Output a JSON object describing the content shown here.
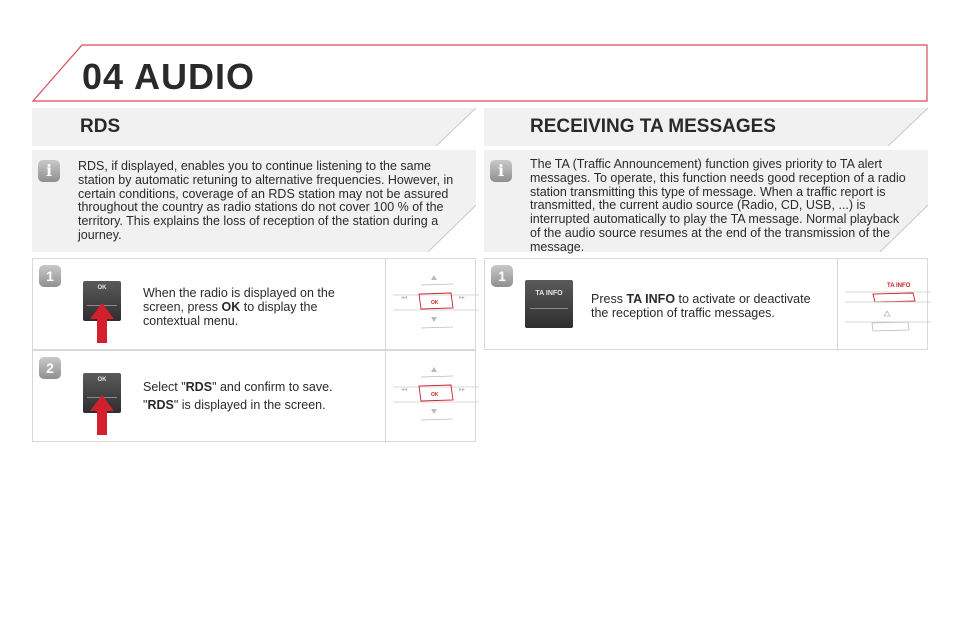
{
  "header": {
    "number": "04",
    "title": "AUDIO"
  },
  "rds": {
    "title": "RDS",
    "info": "RDS, if displayed, enables you to continue listening to the same station by automatic retuning to alternative frequencies. However, in certain conditions, coverage of an RDS station may not be assured throughout the country as radio stations do not cover 100 % of the territory. This explains the loss of reception of the station during a journey.",
    "step1": {
      "number": "1",
      "key_label": "OK",
      "text_a": "When the radio is displayed on the screen, press ",
      "text_b": "OK",
      "text_c": " to display the contextual menu."
    },
    "step2": {
      "number": "2",
      "key_label": "OK",
      "line1_a": "Select \"",
      "line1_b": "RDS",
      "line1_c": "\" and confirm to save.",
      "line2_a": "\"",
      "line2_b": "RDS",
      "line2_c": "\" is displayed in the screen."
    },
    "diagram_label": "OK"
  },
  "ta": {
    "title": "RECEIVING TA MESSAGES",
    "info": "The TA (Traffic Announcement) function gives priority to TA alert messages. To operate, this function needs good reception of a radio station transmitting this type of message. When a traffic report is transmitted, the current audio source (Radio, CD, USB, ...) is interrupted automatically to play the TA message. Normal playback of the audio source resumes at the end of the transmission of the message.",
    "step1": {
      "number": "1",
      "key_label": "TA INFO",
      "text_a": "Press ",
      "text_b": "TA INFO",
      "text_c": " to activate or deactivate the reception of traffic messages."
    },
    "diagram_label": "TA INFO"
  },
  "icons": {
    "info": "info-icon",
    "arrow": "red-up-arrow-icon",
    "accent": "#c8202a"
  }
}
